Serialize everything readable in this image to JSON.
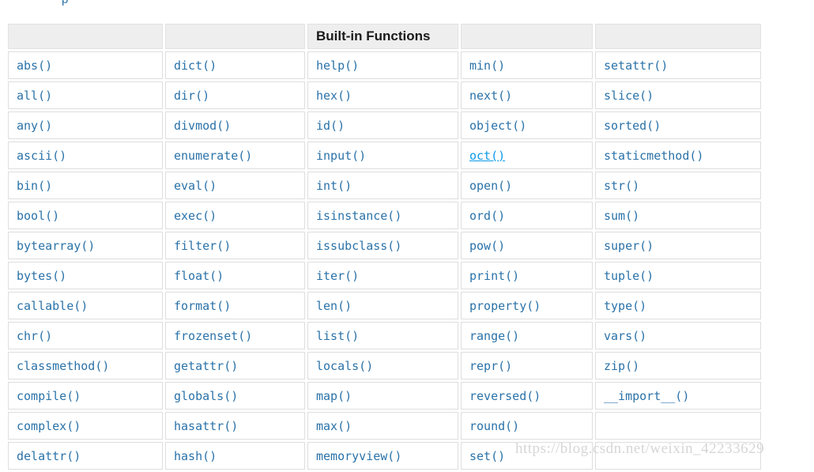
{
  "page": {
    "top_text_remnant": "p",
    "watermark": "https://blog.csdn.net/weixin_42233629"
  },
  "table": {
    "title": "Built-in Functions",
    "title_column_index": 2,
    "headers": [
      "",
      "",
      "Built-in Functions",
      "",
      ""
    ],
    "column_count": 5,
    "row_count": 14,
    "rows": [
      [
        "abs()",
        "dict()",
        "help()",
        "min()",
        "setattr()"
      ],
      [
        "all()",
        "dir()",
        "hex()",
        "next()",
        "slice()"
      ],
      [
        "any()",
        "divmod()",
        "id()",
        "object()",
        "sorted()"
      ],
      [
        "ascii()",
        "enumerate()",
        "input()",
        "oct()",
        "staticmethod()"
      ],
      [
        "bin()",
        "eval()",
        "int()",
        "open()",
        "str()"
      ],
      [
        "bool()",
        "exec()",
        "isinstance()",
        "ord()",
        "sum()"
      ],
      [
        "bytearray()",
        "filter()",
        "issubclass()",
        "pow()",
        "super()"
      ],
      [
        "bytes()",
        "float()",
        "iter()",
        "print()",
        "tuple()"
      ],
      [
        "callable()",
        "format()",
        "len()",
        "property()",
        "type()"
      ],
      [
        "chr()",
        "frozenset()",
        "list()",
        "range()",
        "vars()"
      ],
      [
        "classmethod()",
        "getattr()",
        "locals()",
        "repr()",
        "zip()"
      ],
      [
        "compile()",
        "globals()",
        "map()",
        "reversed()",
        "__import__()"
      ],
      [
        "complex()",
        "hasattr()",
        "max()",
        "round()",
        ""
      ],
      [
        "delattr()",
        "hash()",
        "memoryview()",
        "set()",
        ""
      ]
    ],
    "links": [
      {
        "row": 3,
        "col": 3,
        "text": "oct()"
      }
    ],
    "colors": {
      "cell_text": "#2a72a8",
      "link_text": "#0b9ae8",
      "header_background": "#eeeeee",
      "header_text": "#1a1a1a",
      "cell_border": "#dedede",
      "cell_background": "#ffffff",
      "watermark_text": "#d6d6d6"
    }
  }
}
